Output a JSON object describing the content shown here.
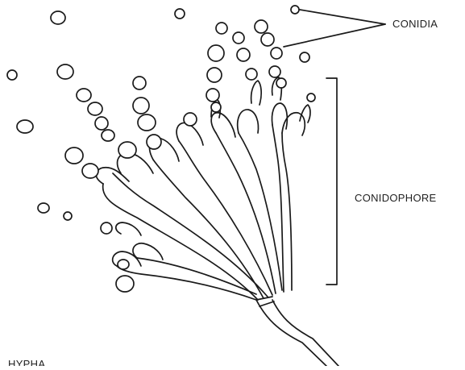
{
  "labels": {
    "conidia": "CONIDIA",
    "conidiophore": "CONIDOPHORE",
    "hypha": "HYPHA"
  },
  "colors": {
    "ink": "#1a1a1a",
    "background": "#ffffff"
  }
}
